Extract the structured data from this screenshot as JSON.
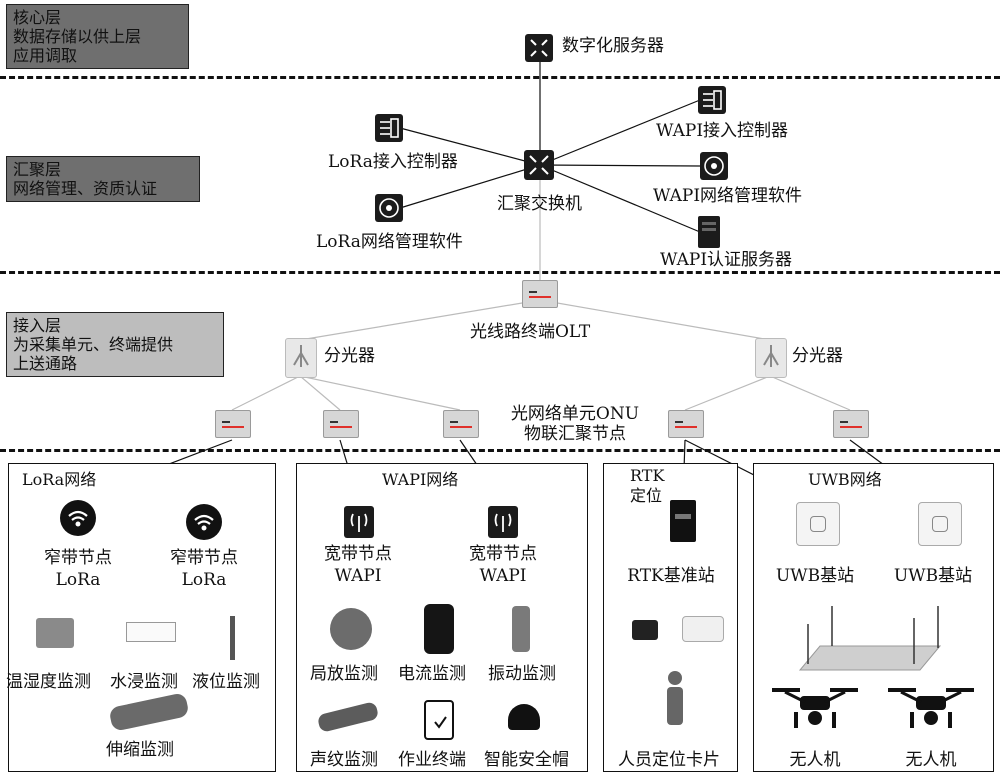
{
  "layers": {
    "core": [
      "核心层",
      "数据存储以供上层",
      "应用调取"
    ],
    "aggregation": [
      "汇聚层",
      "网络管理、资质认证"
    ],
    "access": [
      "接入层",
      "为采集单元、终端提供",
      "上送通路"
    ]
  },
  "core_devices": {
    "digital_server": "数字化服务器"
  },
  "aggregation_devices": {
    "switch": "汇聚交换机",
    "lora_controller": "LoRa接入控制器",
    "lora_mgmt": "LoRa网络管理软件",
    "wapi_controller": "WAPI接入控制器",
    "wapi_mgmt": "WAPI网络管理软件",
    "wapi_auth": "WAPI认证服务器"
  },
  "access_devices": {
    "olt": "光线路终端OLT",
    "splitter_left": "分光器",
    "splitter_right": "分光器",
    "onu_label_1": "光网络单元ONU",
    "onu_label_2": "物联汇聚节点"
  },
  "lora_panel": {
    "title": "LoRa网络",
    "node1": [
      "窄带节点",
      "LoRa"
    ],
    "node2": [
      "窄带节点",
      "LoRa"
    ],
    "sensors": [
      "温湿度监测",
      "水浸监测",
      "液位监测",
      "伸缩监测"
    ]
  },
  "wapi_panel": {
    "title": "WAPI网络",
    "node1": [
      "宽带节点",
      "WAPI"
    ],
    "node2": [
      "宽带节点",
      "WAPI"
    ],
    "sensors": [
      "局放监测",
      "电流监测",
      "振动监测",
      "声纹监测",
      "作业终端",
      "智能安全帽"
    ]
  },
  "rtk_panel": {
    "title": [
      "RTK",
      "定位"
    ],
    "station": "RTK基准站",
    "card": "人员定位卡片"
  },
  "uwb_panel": {
    "title": "UWB网络",
    "station1": "UWB基站",
    "station2": "UWB基站",
    "drone1": "无人机",
    "drone2": "无人机"
  },
  "icons": [
    "switch-icon",
    "controller-icon",
    "management-software-icon",
    "auth-server-icon",
    "olt-icon",
    "splitter-icon",
    "onu-icon",
    "wifi-node-icon",
    "antenna-node-icon",
    "rtk-station-icon",
    "uwb-station-icon",
    "drone-icon"
  ]
}
